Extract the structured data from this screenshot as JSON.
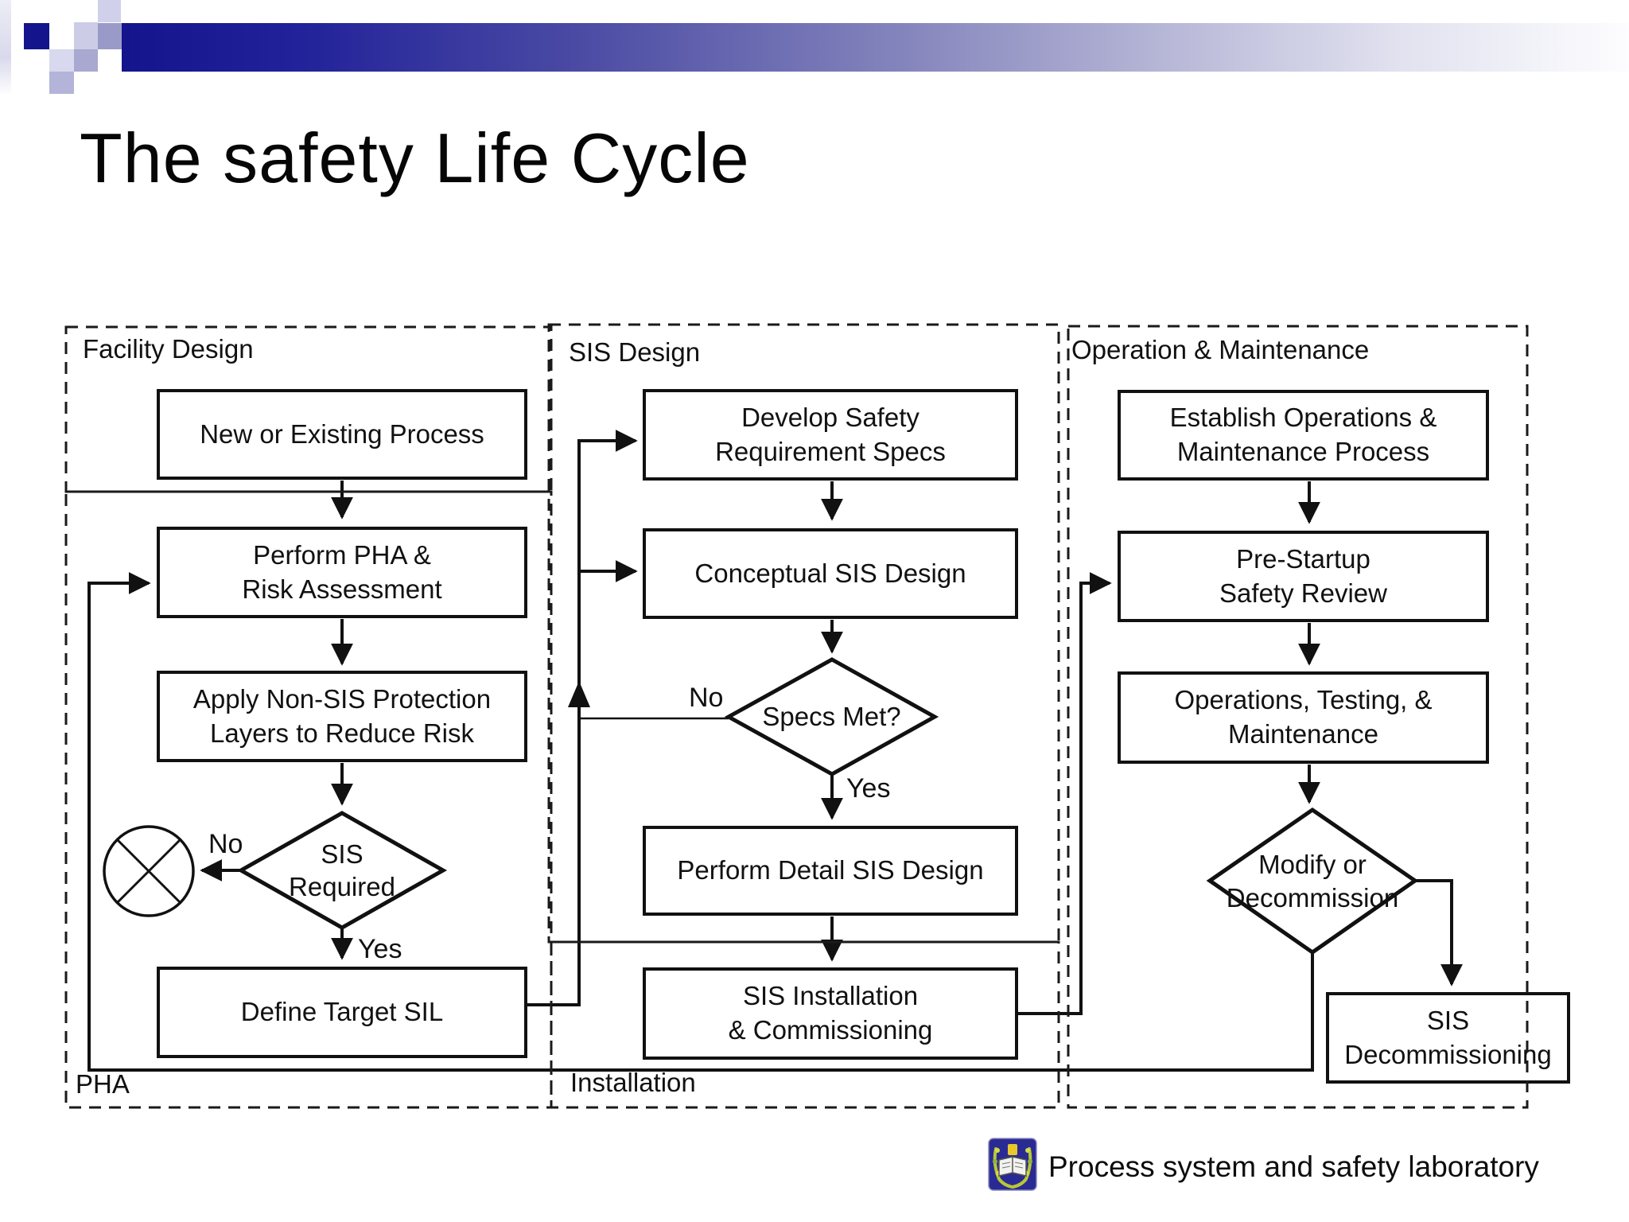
{
  "slide": {
    "title": "The safety Life Cycle"
  },
  "regions": {
    "facility_design": {
      "label": "Facility Design"
    },
    "pha": {
      "label": "PHA"
    },
    "sis_design": {
      "label": "SIS Design"
    },
    "installation": {
      "label": "Installation"
    },
    "operation_maintenance": {
      "label": "Operation & Maintenance"
    }
  },
  "nodes": {
    "new_process": {
      "label": "New or Existing Process"
    },
    "perform_pha": {
      "label": "Perform PHA &\nRisk Assessment"
    },
    "apply_non_sis": {
      "label": "Apply Non-SIS Protection\nLayers to Reduce Risk"
    },
    "sis_required": {
      "label": "SIS\nRequired"
    },
    "define_sil": {
      "label": "Define Target SIL"
    },
    "develop_specs": {
      "label": "Develop Safety\nRequirement Specs"
    },
    "conceptual_design": {
      "label": "Conceptual SIS Design"
    },
    "specs_met": {
      "label": "Specs Met?"
    },
    "detail_design": {
      "label": "Perform Detail SIS Design"
    },
    "sis_installation": {
      "label": "SIS Installation\n& Commissioning"
    },
    "establish_om": {
      "label": "Establish Operations &\nMaintenance Process"
    },
    "pre_startup": {
      "label": "Pre-Startup\nSafety Review"
    },
    "operations_testing": {
      "label": "Operations, Testing, &\nMaintenance"
    },
    "modify_decommission": {
      "label": "Modify or\nDecommission"
    },
    "sis_decommissioning": {
      "label": "SIS\nDecommissioning"
    }
  },
  "edge_labels": {
    "sis_required_no": "No",
    "sis_required_yes": "Yes",
    "specs_met_no": "No",
    "specs_met_yes": "Yes"
  },
  "footer": {
    "lab_name": "Process system and safety laboratory",
    "logo_icon": "university-crest-icon"
  },
  "colors": {
    "bar_navy": "#14148c",
    "lavender_light": "#d4d4ec",
    "lavender_mid": "#9a9ac8",
    "line": "#111111"
  }
}
